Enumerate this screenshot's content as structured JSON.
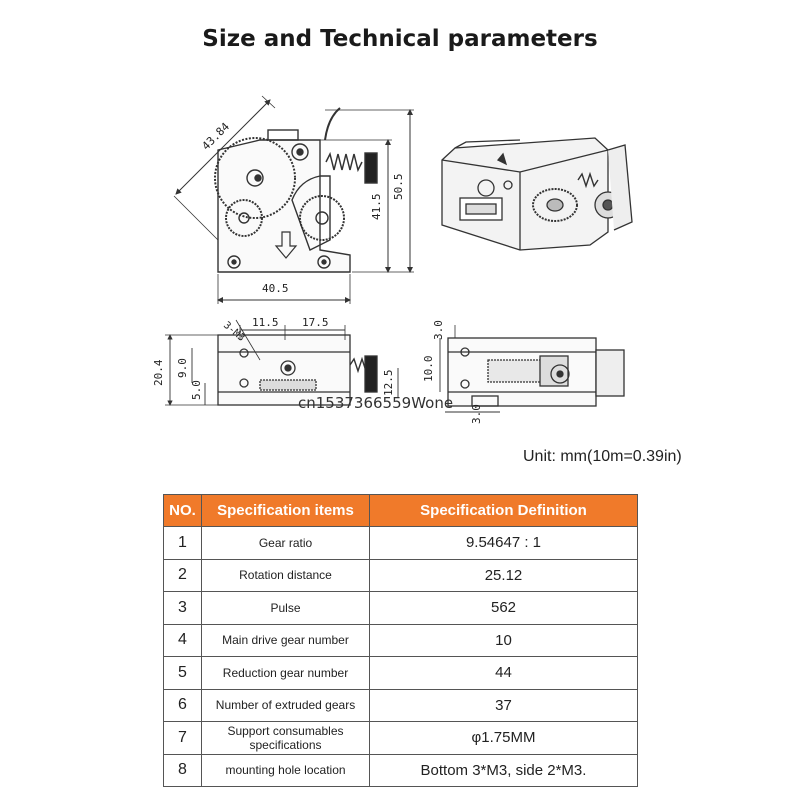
{
  "page": {
    "title": "Size and Technical parameters"
  },
  "drawing": {
    "dimensions": [
      "43.84",
      "50.5",
      "41.5",
      "40.5",
      "3-M3",
      "11.5",
      "17.5",
      "20.4",
      "9.0",
      "5.0",
      "12.5",
      "3.0",
      "10.0",
      "3.0"
    ],
    "watermark": "cn1537366559Wone"
  },
  "unit_note": "Unit: mm(10m=0.39in)",
  "spec_table": {
    "headers": [
      "NO.",
      "Specification items",
      "Specification Definition"
    ],
    "header_color": "#f07a2a",
    "rows": [
      {
        "no": "1",
        "item": "Gear ratio",
        "def": "9.54647 : 1"
      },
      {
        "no": "2",
        "item": "Rotation distance",
        "def": "25.12"
      },
      {
        "no": "3",
        "item": "Pulse",
        "def": "562"
      },
      {
        "no": "4",
        "item": "Main drive gear number",
        "def": "10"
      },
      {
        "no": "5",
        "item": "Reduction gear number",
        "def": "44"
      },
      {
        "no": "6",
        "item": "Number of extruded gears",
        "def": "37"
      },
      {
        "no": "7",
        "item": "Support consumables specifications",
        "def": "φ1.75MM"
      },
      {
        "no": "8",
        "item": "mounting hole location",
        "def": "Bottom 3*M3, side 2*M3."
      }
    ]
  }
}
